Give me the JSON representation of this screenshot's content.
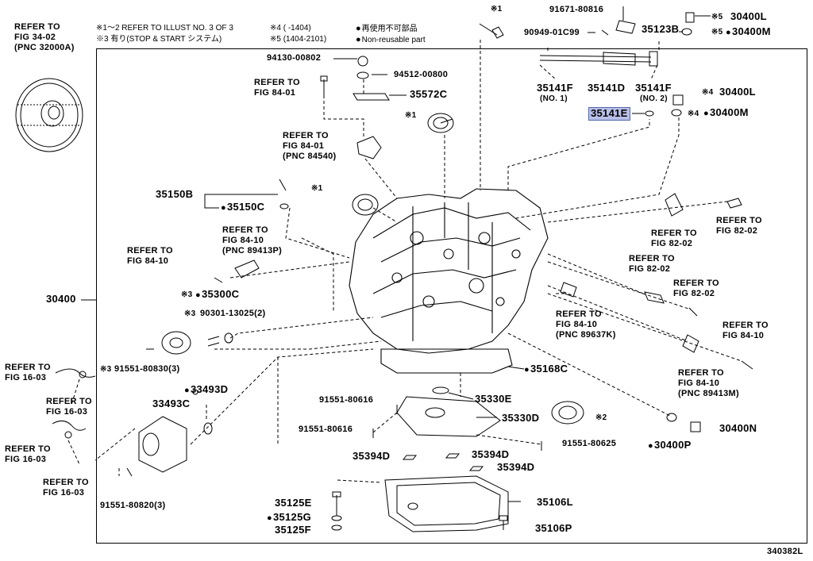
{
  "notes": {
    "n1": "※1～2 REFER TO ILLUST NO. 3 OF 3",
    "n3": "※3 有り(STOP & START システム)",
    "n4": "※4 (      -1404)",
    "n5": "※5 (1404-2101)",
    "legend1": "再使用不可部品",
    "legend2": "Non-reusable part"
  },
  "figure_id": "340382L",
  "refs": {
    "fig3402": [
      "REFER TO",
      "FIG 34-02",
      "(PNC 32000A)"
    ],
    "fig8401a": [
      "REFER TO",
      "FIG 84-01"
    ],
    "fig8401b": [
      "REFER TO",
      "FIG 84-01",
      "(PNC 84540)"
    ],
    "fig8410a": [
      "REFER TO",
      "FIG 84-10",
      "(PNC 89413P)"
    ],
    "fig8410b": [
      "REFER TO",
      "FIG 84-10"
    ],
    "fig8410c": [
      "REFER TO",
      "FIG 84-10",
      "(PNC 89637K)"
    ],
    "fig8410d": [
      "REFER TO",
      "FIG 84-10"
    ],
    "fig8410e": [
      "REFER TO",
      "FIG 84-10",
      "(PNC 89413M)"
    ],
    "fig8202a": [
      "REFER TO",
      "FIG 82-02"
    ],
    "fig8202b": [
      "REFER TO",
      "FIG 82-02"
    ],
    "fig8202c": [
      "REFER TO",
      "FIG 82-02"
    ],
    "fig8202d": [
      "REFER TO",
      "FIG 82-02"
    ],
    "fig1603a": [
      "REFER TO",
      "FIG 16-03"
    ],
    "fig1603b": [
      "REFER TO",
      "FIG 16-03"
    ],
    "fig1603c": [
      "REFER TO",
      "FIG 16-03"
    ],
    "fig1603d": [
      "REFER TO",
      "FIG 16-03"
    ]
  },
  "parts": {
    "p91671": "91671-80816",
    "p35123B": "35123B",
    "p30400L_a": "30400L",
    "p30400M_a": "30400M",
    "p90949": "90949-01C99",
    "p94130": "94130-00802",
    "p94512": "94512-00800",
    "p35572C": "35572C",
    "p35141F_1": "35141F",
    "p35141F_1n": "(NO. 1)",
    "p35141D": "35141D",
    "p35141F_2": "35141F",
    "p35141F_2n": "(NO. 2)",
    "p30400L_b": "30400L",
    "p35141E": "35141E",
    "p30400M_b": "30400M",
    "p35150B": "35150B",
    "p35150C": "35150C",
    "p30400": "30400",
    "p35300C": "35300C",
    "p90301": "90301-13025(2)",
    "p91551_830": "91551-80830(3)",
    "p33493D": "33493D",
    "p33493C": "33493C",
    "p91551_820": "91551-80820(3)",
    "p35168C": "35168C",
    "p91551_616a": "91551-80616",
    "p35330E": "35330E",
    "p35330D": "35330D",
    "p91551_616b": "91551-80616",
    "p91551_625": "91551-80625",
    "p35394D_a": "35394D",
    "p35394D_b": "35394D",
    "p35394D_c": "35394D",
    "p30400P": "30400P",
    "p30400N": "30400N",
    "p35125E": "35125E",
    "p35125G": "35125G",
    "p35125F": "35125F",
    "p35106L": "35106L",
    "p35106P": "35106P"
  },
  "marks": {
    "k1": "※1",
    "k1b": "※1",
    "k1c": "※1",
    "k2": "※2",
    "k3": "※3",
    "k3b": "※3",
    "k3c": "※3",
    "k4a": "※4",
    "k4b": "※4",
    "k5a": "※5",
    "k5b": "※5"
  },
  "colors": {
    "highlight": "#b9c0e8",
    "line": "#000000"
  }
}
